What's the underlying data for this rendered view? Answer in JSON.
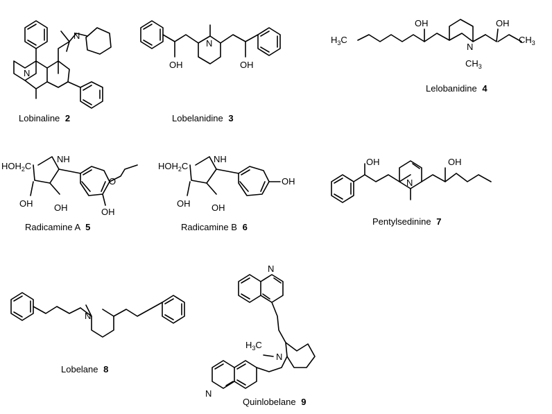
{
  "compounds": [
    {
      "name": "Lobinaline",
      "number": "2"
    },
    {
      "name": "Lobelanidine",
      "number": "3"
    },
    {
      "name": "Lelobanidine",
      "number": "4"
    },
    {
      "name": "Radicamine A",
      "number": "5"
    },
    {
      "name": "Radicamine B",
      "number": "6"
    },
    {
      "name": "Pentylsedinine",
      "number": "7"
    },
    {
      "name": "Lobelane",
      "number": "8"
    },
    {
      "name": "Quinlobelane",
      "number": "9"
    }
  ],
  "atoms": {
    "N": "N",
    "OH": "OH",
    "HO": "HO",
    "C": "C",
    "H": "H",
    "CH": "CH",
    "sub2": "2",
    "sub3": "3"
  }
}
